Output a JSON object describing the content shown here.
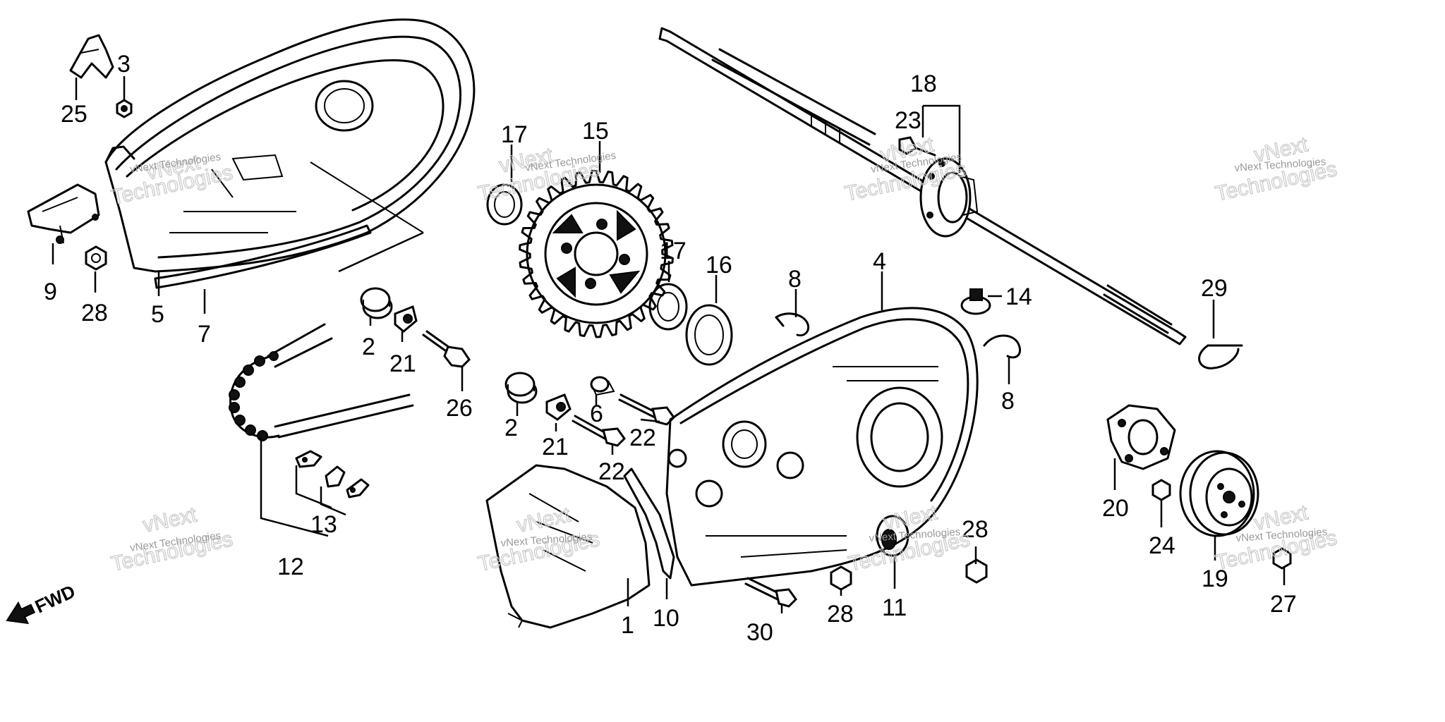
{
  "callouts": {
    "n1": "1",
    "n2a": "2",
    "n2b": "2",
    "n3": "3",
    "n4": "4",
    "n5": "5",
    "n6": "6",
    "n7": "7",
    "n8a": "8",
    "n8b": "8",
    "n9": "9",
    "n10": "10",
    "n11": "11",
    "n12": "12",
    "n13": "13",
    "n14": "14",
    "n15": "15",
    "n16": "16",
    "n17a": "17",
    "n17b": "17",
    "n18": "18",
    "n19": "19",
    "n20": "20",
    "n21a": "21",
    "n21b": "21",
    "n22a": "22",
    "n22b": "22",
    "n23": "23",
    "n24": "24",
    "n25": "25",
    "n26": "26",
    "n27": "27",
    "n28a": "28",
    "n28b": "28",
    "n28c": "28",
    "n29": "29",
    "n30": "30"
  },
  "direction_label": "FWD",
  "watermark": {
    "small": "vNext Technologies",
    "large": "vNext",
    "large2": "Technologies"
  }
}
